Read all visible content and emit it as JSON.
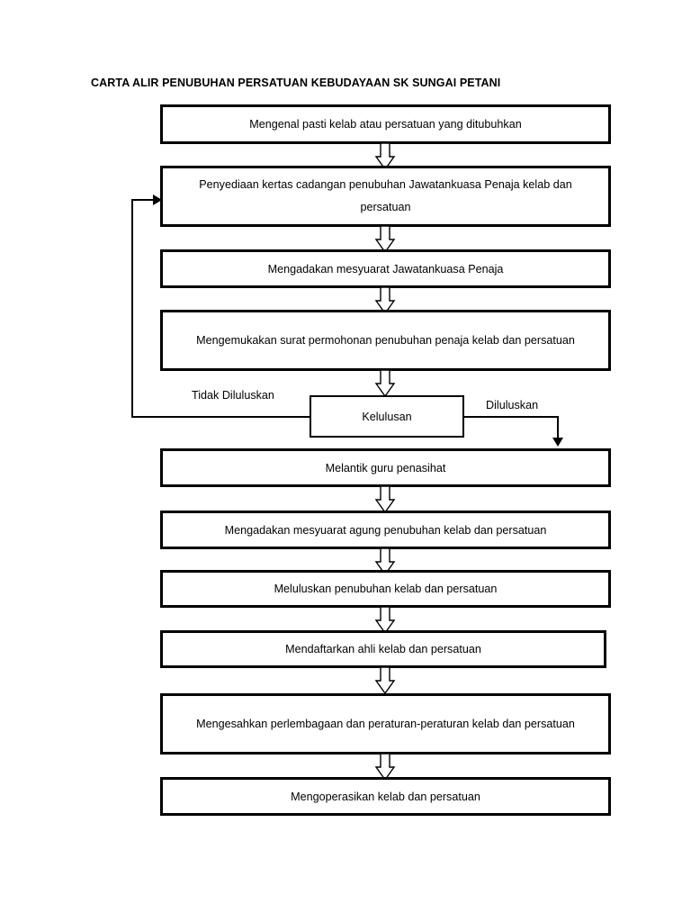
{
  "document": {
    "title": "CARTA ALIR PENUBUHAN PERSATUAN KEBUDAYAAN SK SUNGAI PETANI"
  },
  "colors": {
    "background": "#ffffff",
    "stroke": "#000000",
    "text": "#000000",
    "node_fill": "#ffffff"
  },
  "flowchart": {
    "type": "flowchart",
    "orientation": "top-to-bottom",
    "nodes": [
      {
        "id": "n1",
        "label": "Mengenal pasti kelab atau persatuan yang ditubuhkan",
        "shape": "process"
      },
      {
        "id": "n2",
        "label": "Penyediaan kertas cadangan penubuhan Jawatankuasa Penaja kelab dan persatuan",
        "shape": "process"
      },
      {
        "id": "n3",
        "label": "Mengadakan mesyuarat Jawatankuasa Penaja",
        "shape": "process"
      },
      {
        "id": "n4",
        "label": "Mengemukakan surat permohonan penubuhan penaja kelab dan persatuan",
        "shape": "process"
      },
      {
        "id": "n5",
        "label": "Kelulusan",
        "shape": "decision"
      },
      {
        "id": "n6",
        "label": "Melantik guru penasihat",
        "shape": "process"
      },
      {
        "id": "n7",
        "label": "Mengadakan mesyuarat agung penubuhan kelab dan persatuan",
        "shape": "process"
      },
      {
        "id": "n8",
        "label": "Meluluskan penubuhan kelab dan persatuan",
        "shape": "process"
      },
      {
        "id": "n9",
        "label": "Mendaftarkan ahli kelab dan persatuan",
        "shape": "process"
      },
      {
        "id": "n10",
        "label": "Mengesahkan perlembagaan dan peraturan-peraturan kelab dan persatuan",
        "shape": "process"
      },
      {
        "id": "n11",
        "label": "Mengoperasikan kelab dan persatuan",
        "shape": "process"
      }
    ],
    "edge_labels": {
      "reject": "Tidak Diluluskan",
      "approve": "Diluluskan"
    },
    "edges": [
      {
        "from": "n1",
        "to": "n2",
        "style": "block-arrow"
      },
      {
        "from": "n2",
        "to": "n3",
        "style": "block-arrow"
      },
      {
        "from": "n3",
        "to": "n4",
        "style": "block-arrow"
      },
      {
        "from": "n4",
        "to": "n5",
        "style": "block-arrow"
      },
      {
        "from": "n5",
        "to": "n2",
        "label": "Tidak Diluluskan",
        "style": "line-arrow",
        "direction": "left-up-right"
      },
      {
        "from": "n5",
        "to": "n6",
        "label": "Diluluskan",
        "style": "line-arrow",
        "direction": "right-down"
      },
      {
        "from": "n6",
        "to": "n7",
        "style": "block-arrow"
      },
      {
        "from": "n7",
        "to": "n8",
        "style": "block-arrow"
      },
      {
        "from": "n8",
        "to": "n9",
        "style": "block-arrow"
      },
      {
        "from": "n9",
        "to": "n10",
        "style": "block-arrow"
      },
      {
        "from": "n10",
        "to": "n11",
        "style": "block-arrow"
      }
    ]
  }
}
